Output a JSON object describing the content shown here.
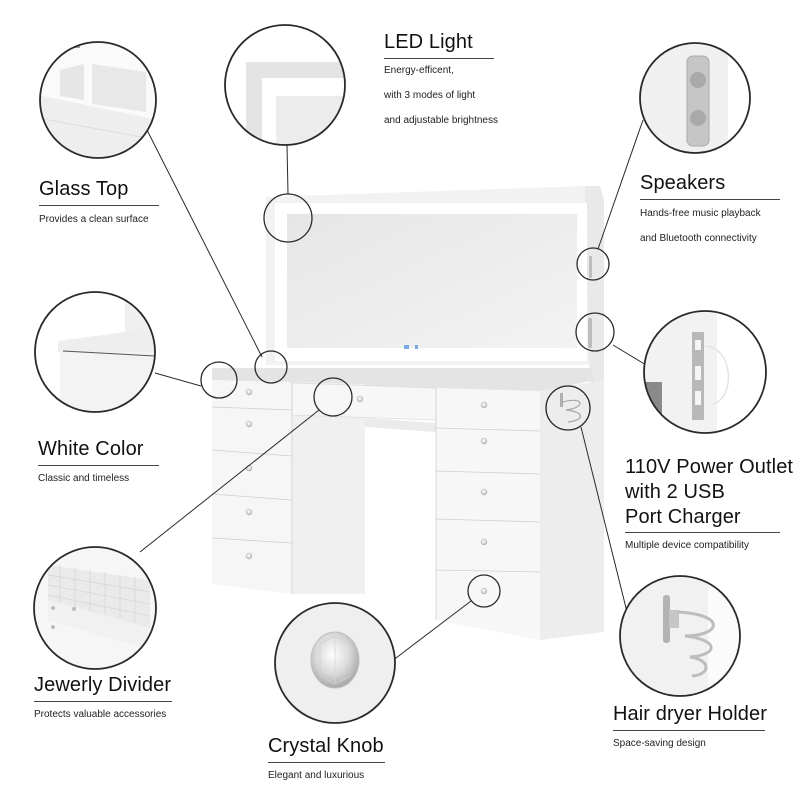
{
  "features": [
    {
      "id": "led-light",
      "title": "LED Light",
      "desc": [
        "Energy-efficent,",
        "with 3 modes of light",
        "and adjustable brightness"
      ]
    },
    {
      "id": "glass-top",
      "title": "Glass Top",
      "desc": [
        "Provides a clean surface"
      ]
    },
    {
      "id": "speakers",
      "title": "Speakers",
      "desc": [
        "Hands-free music playback",
        "and Bluetooth connectivity"
      ]
    },
    {
      "id": "white-color",
      "title": "White Color",
      "desc": [
        "Classic and timeless"
      ]
    },
    {
      "id": "power-outlet",
      "title_lines": [
        "110V Power Outlet",
        "with 2 USB",
        "Port Charger"
      ],
      "desc": [
        "Multiple device compatibility"
      ]
    },
    {
      "id": "jewelry-divider",
      "title": "Jewerly Divider",
      "desc": [
        "Protects valuable accessories"
      ]
    },
    {
      "id": "crystal-knob",
      "title": "Crystal Knob",
      "desc": [
        "Elegant and luxurious"
      ]
    },
    {
      "id": "hair-dryer-holder",
      "title": "Hair dryer Holder",
      "desc": [
        "Space-saving design"
      ]
    }
  ],
  "colors": {
    "background": "#ffffff",
    "outline": "#2a2a2a",
    "furniture": "#f4f4f4",
    "furniture_shade": "#e2e2e2",
    "led_glow": "#ffffff",
    "mirror": "#ececec",
    "touch_buttons": "#6aa0e0"
  }
}
